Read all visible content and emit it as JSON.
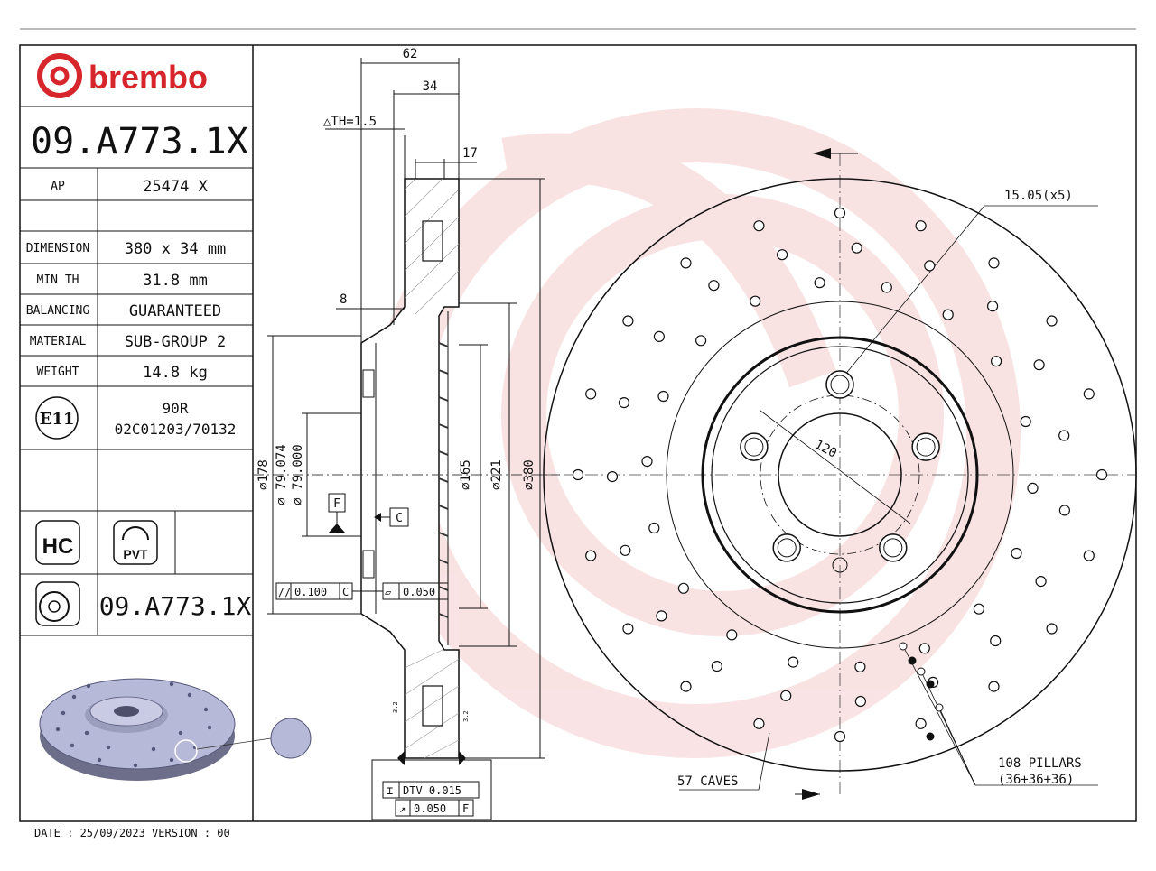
{
  "brand": {
    "name": "brembo",
    "color": "#d6262b"
  },
  "part_number": "09.A773.1X",
  "specs": [
    {
      "label": "AP",
      "value": "25474 X"
    },
    {
      "label": "DIMENSION",
      "value": "380 x 34 mm"
    },
    {
      "label": "MIN TH",
      "value": "31.8 mm"
    },
    {
      "label": "BALANCING",
      "value": "GUARANTEED"
    },
    {
      "label": "MATERIAL",
      "value": "SUB-GROUP 2"
    },
    {
      "label": "WEIGHT",
      "value": "14.8 kg"
    }
  ],
  "approval": {
    "mark": "E11",
    "line1": "90R",
    "line2": "02C01203/70132"
  },
  "badges": {
    "hc": "HC",
    "pvt": "PVT"
  },
  "footer_part_number": "09.A773.1X",
  "footer": "DATE : 25/09/2023 VERSION : 00",
  "section_dims": {
    "width_total": "62",
    "width_34": "34",
    "delta_th": "△TH=1.5",
    "width_17": "17",
    "offset_8": "8",
    "d178": "⌀178",
    "d79": "⌀ 79.074\n⌀ 79.000",
    "d79a": "⌀ 79.074",
    "d79b": "⌀ 79.000",
    "d165": "⌀165",
    "d221": "⌀221",
    "d380": "⌀380",
    "datum_f": "F",
    "datum_c": "C",
    "tol_parallel": "0.100",
    "tol_parallel_ref": "C",
    "tol_flat": "0.050",
    "dtv": "DTV 0.015",
    "runout": "0.050",
    "runout_ref": "F",
    "rough": "3.2"
  },
  "front_dims": {
    "pcd": "120",
    "holes": "15.05(x5)",
    "caves": "57 CAVES",
    "pillars_1": "108 PILLARS",
    "pillars_2": "(36+36+36)"
  }
}
